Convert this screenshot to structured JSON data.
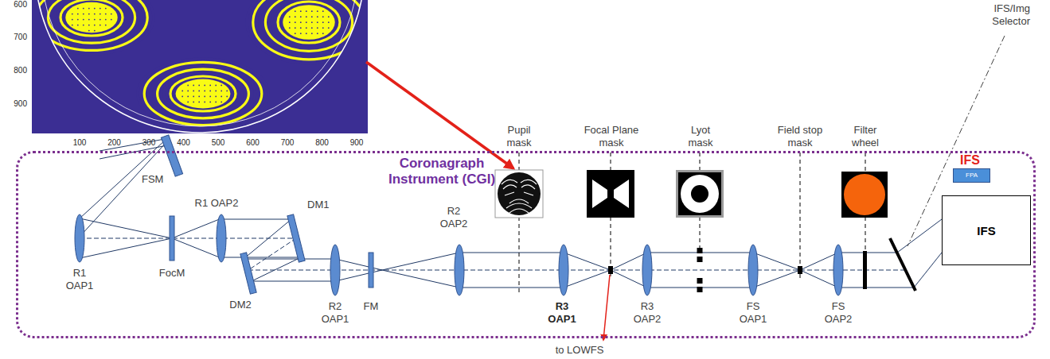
{
  "diagram": {
    "nodes": [
      {
        "text": [
          "Coronagraph Instrument (CGI)"
        ]
      },
      {
        "text": [
          "FPA"
        ],
        "in": 0
      },
      {
        "text": [
          "IFS"
        ],
        "in": 0
      }
    ],
    "labels": [
      "600",
      "700",
      "800",
      "900",
      "100",
      "200",
      "300",
      "400",
      "500",
      "600",
      "700",
      "800",
      "900",
      "IFS/Img Selector",
      "Pupil mask",
      "Focal Plane mask",
      "Lyot mask",
      "Field stop mask",
      "Filter wheel",
      "IFS",
      "FSM",
      "R1 OAP2",
      "DM1",
      "R2 OAP2",
      "R1 OAP1",
      "FocM",
      "DM2",
      "R2 OAP1",
      "FM",
      "R3 OAP1",
      "R3 OAP2",
      "FS OAP1",
      "FS OAP2",
      "to LOWFS"
    ]
  }
}
